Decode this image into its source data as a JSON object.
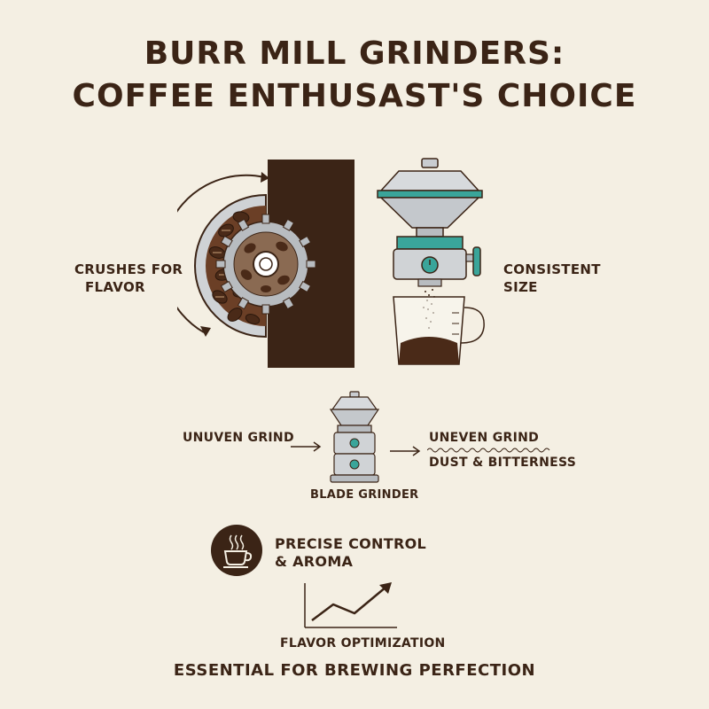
{
  "header": {
    "title_line1": "BURR MILL GRINDERS:",
    "title_line2": "COFFEE ENTHUSAST'S CHOICE"
  },
  "burr_section": {
    "left_label_line1": "CRUSHES FOR",
    "left_label_line2": "FLAVOR",
    "right_label_line1": "CONSISTENT",
    "right_label_line2": "SIZE"
  },
  "blade_section": {
    "input_label": "UNUVEN GRIND",
    "output_label_line1": "UNEVEN GRIND",
    "output_label_line2": "DUST & BITTERNESS",
    "caption": "BLADE GRINDER"
  },
  "aroma": {
    "label_line1": "PRECISE CONTROL",
    "label_line2": "& AROMA"
  },
  "optimization": {
    "caption": "FLAVOR OPTIMIZATION"
  },
  "footer": {
    "tagline": "ESSENTIAL FOR BREWING PERFECTION"
  },
  "colors": {
    "background": "#f4efe3",
    "dark_brown": "#3b2416",
    "teal": "#3aa59a",
    "steel": "#c9ccd0"
  }
}
